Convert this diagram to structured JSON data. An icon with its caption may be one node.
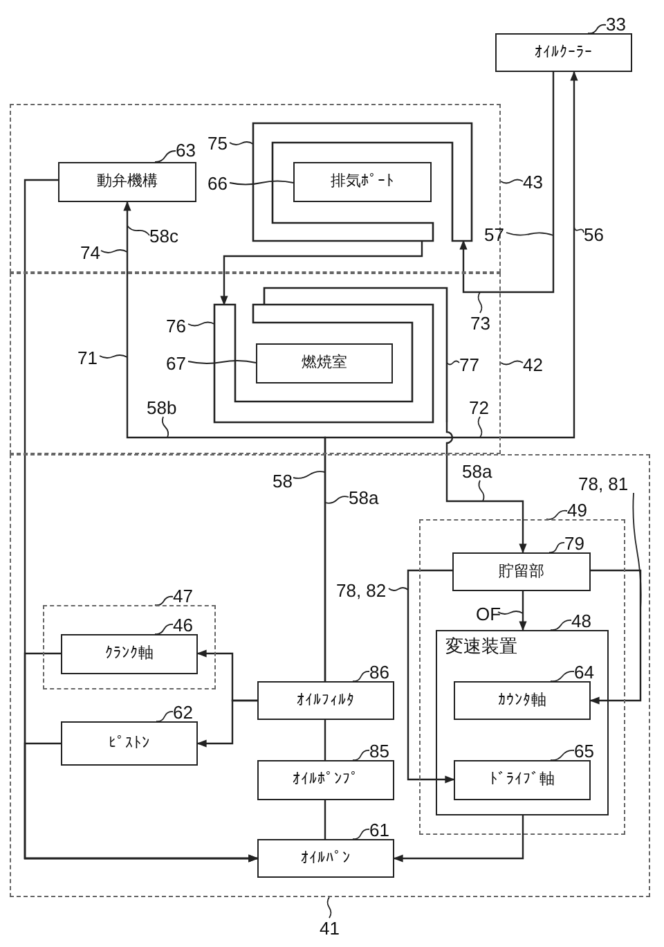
{
  "diagram": {
    "nodes": [
      {
        "text": [
          "ｵｲﾙｸｰﾗｰ"
        ]
      },
      {
        "text": [],
        "shape": "box"
      },
      {
        "text": [
          "動弁機構"
        ],
        "in": 1
      },
      {
        "text": [],
        "shape": "pipe",
        "in": 1
      },
      {
        "text": [
          "排気ﾎﾟｰﾄ"
        ],
        "in": 1
      },
      {
        "text": [],
        "shape": "box"
      },
      {
        "text": [],
        "shape": "pipe",
        "in": 5
      },
      {
        "text": [
          "燃焼室"
        ],
        "in": 5
      },
      {
        "text": [],
        "shape": "box"
      },
      {
        "text": [],
        "shape": "box",
        "in": 8
      },
      {
        "text": [
          "ｸﾗﾝｸ軸"
        ],
        "in": 9
      },
      {
        "text": [
          "ｵｲﾙﾌｨﾙﾀ"
        ],
        "in": 8
      },
      {
        "text": [
          "ﾋﾟｽﾄﾝ"
        ],
        "in": 8
      },
      {
        "text": [
          "ｵｲﾙﾎﾟﾝﾌﾟ"
        ],
        "in": 8
      },
      {
        "text": [],
        "shape": "box",
        "in": 8
      },
      {
        "text": [
          "貯留部"
        ],
        "in": 14
      },
      {
        "text": [
          "変速装置"
        ],
        "in": 14
      },
      {
        "text": [
          "ｶｳﾝﾀ軸"
        ],
        "in": 16
      },
      {
        "text": [
          "ﾄﾞﾗｲﾌﾞ軸"
        ],
        "in": 16
      },
      {
        "text": [
          "ｵｲﾙﾊﾟﾝ"
        ],
        "in": 8
      },
      {
        "text": [
          "33"
        ]
      },
      {
        "text": [
          "75"
        ],
        "in": 1
      },
      {
        "text": [
          "66"
        ],
        "in": 1
      },
      {
        "text": [
          "63"
        ],
        "in": 1
      },
      {
        "text": [
          "43"
        ]
      },
      {
        "text": [
          "57"
        ]
      },
      {
        "text": [
          "56"
        ]
      },
      {
        "text": [
          "58c"
        ],
        "in": 1
      },
      {
        "text": [
          "74"
        ],
        "in": 1
      },
      {
        "text": [
          "73"
        ],
        "in": 5
      },
      {
        "text": [
          "76"
        ],
        "in": 5
      },
      {
        "text": [
          "71"
        ],
        "in": 5
      },
      {
        "text": [
          "67"
        ],
        "in": 5
      },
      {
        "text": [
          "77"
        ],
        "in": 5
      },
      {
        "text": [
          "42"
        ]
      },
      {
        "text": [
          "58b"
        ],
        "in": 5
      },
      {
        "text": [
          "72"
        ],
        "in": 5
      },
      {
        "text": [
          "58a"
        ],
        "in": 8
      },
      {
        "text": [
          "58"
        ],
        "in": 8
      },
      {
        "text": [
          "58a"
        ],
        "in": 8
      },
      {
        "text": [
          "78, 81"
        ],
        "in": 8
      },
      {
        "text": [
          "49"
        ],
        "in": 8
      },
      {
        "text": [
          "79"
        ],
        "in": 14
      },
      {
        "text": [
          "78, 82"
        ],
        "in": 8
      },
      {
        "text": [
          "47"
        ],
        "in": 8
      },
      {
        "text": [
          "OF"
        ],
        "in": 14
      },
      {
        "text": [
          "48"
        ],
        "in": 14
      },
      {
        "text": [
          "46"
        ],
        "in": 9
      },
      {
        "text": [
          "86"
        ],
        "in": 8
      },
      {
        "text": [
          "64"
        ],
        "in": 16
      },
      {
        "text": [
          "62"
        ],
        "in": 8
      },
      {
        "text": [
          "85"
        ],
        "in": 8
      },
      {
        "text": [
          "65"
        ],
        "in": 16
      },
      {
        "text": [
          "61"
        ],
        "in": 8
      },
      {
        "text": [
          "41"
        ]
      }
    ],
    "edges": [
      {
        "from": 19,
        "to": 13,
        "arrow": "to"
      },
      {
        "from": 13,
        "to": 11,
        "arrow": "to"
      },
      {
        "from": 11,
        "to": 2,
        "arrow": "to"
      },
      {
        "from": 11,
        "to": 0,
        "arrow": "to"
      },
      {
        "from": 0,
        "to": 3,
        "arrow": "to"
      },
      {
        "from": 3,
        "to": 6,
        "arrow": "to"
      },
      {
        "from": 6,
        "to": 15,
        "arrow": "to"
      },
      {
        "from": 11,
        "to": 10,
        "arrow": "to"
      },
      {
        "from": 11,
        "to": 12,
        "arrow": "to"
      },
      {
        "from": 2,
        "to": 19,
        "arrow": "to"
      },
      {
        "from": 10,
        "to": 19,
        "arrow": "to"
      },
      {
        "from": 12,
        "to": 19,
        "arrow": "to"
      },
      {
        "from": 15,
        "to": 16,
        "arrow": "to"
      },
      {
        "from": 15,
        "to": 18,
        "arrow": "to"
      },
      {
        "from": 15,
        "to": 17,
        "arrow": "to"
      },
      {
        "from": 16,
        "to": 19,
        "arrow": "to"
      },
      {
        "from": 20,
        "to": 0,
        "arrow": "none"
      },
      {
        "from": 21,
        "to": 3,
        "arrow": "none"
      },
      {
        "from": 22,
        "to": 4,
        "arrow": "none"
      },
      {
        "from": 23,
        "to": 2,
        "arrow": "none"
      },
      {
        "from": 24,
        "to": 1,
        "arrow": "none"
      },
      {
        "from": 25,
        "to": null,
        "arrow": "none"
      },
      {
        "from": 26,
        "to": null,
        "arrow": "none"
      },
      {
        "from": 27,
        "to": null,
        "arrow": "none"
      },
      {
        "from": 28,
        "to": null,
        "arrow": "none"
      },
      {
        "from": 29,
        "to": null,
        "arrow": "none"
      },
      {
        "from": 30,
        "to": 6,
        "arrow": "none"
      },
      {
        "from": 31,
        "to": null,
        "arrow": "none"
      },
      {
        "from": 32,
        "to": 7,
        "arrow": "none"
      },
      {
        "from": 33,
        "to": 6,
        "arrow": "none"
      },
      {
        "from": 34,
        "to": 5,
        "arrow": "none"
      },
      {
        "from": 35,
        "to": null,
        "arrow": "none"
      },
      {
        "from": 36,
        "to": null,
        "arrow": "none"
      },
      {
        "from": 37,
        "to": null,
        "arrow": "none"
      },
      {
        "from": 38,
        "to": null,
        "arrow": "none"
      },
      {
        "from": 39,
        "to": null,
        "arrow": "none"
      },
      {
        "from": 40,
        "to": null,
        "arrow": "none"
      },
      {
        "from": 41,
        "to": 14,
        "arrow": "none"
      },
      {
        "from": 42,
        "to": 15,
        "arrow": "none"
      },
      {
        "from": 43,
        "to": null,
        "arrow": "none"
      },
      {
        "from": 44,
        "to": 9,
        "arrow": "none"
      },
      {
        "from": 45,
        "to": null,
        "arrow": "none"
      },
      {
        "from": 46,
        "to": 16,
        "arrow": "none"
      },
      {
        "from": 47,
        "to": 10,
        "arrow": "none"
      },
      {
        "from": 48,
        "to": 11,
        "arrow": "none"
      },
      {
        "from": 49,
        "to": 17,
        "arrow": "none"
      },
      {
        "from": 50,
        "to": 12,
        "arrow": "none"
      },
      {
        "from": 51,
        "to": 13,
        "arrow": "none"
      },
      {
        "from": 52,
        "to": 18,
        "arrow": "none"
      },
      {
        "from": 53,
        "to": 19,
        "arrow": "none"
      },
      {
        "from": 54,
        "to": 8,
        "arrow": "none"
      }
    ]
  }
}
